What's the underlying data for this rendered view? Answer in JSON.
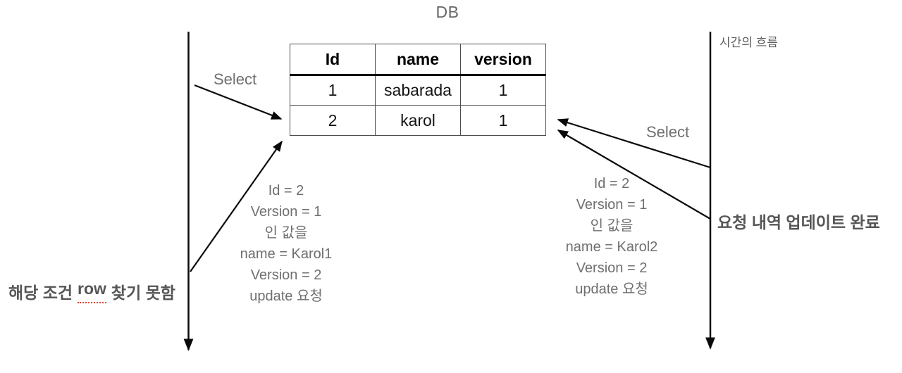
{
  "db_label": "DB",
  "table": {
    "headers": [
      "Id",
      "name",
      "version"
    ],
    "rows": [
      [
        "1",
        "sabarada",
        "1"
      ],
      [
        "2",
        "karol",
        "1"
      ]
    ]
  },
  "left_actor": {
    "select_label": "Select",
    "request_lines": [
      "Id = 2",
      "Version = 1",
      "인 값을",
      "name = Karol1",
      "Version = 2",
      "update 요청"
    ],
    "result_prefix": "해당 조건",
    "result_highlight": "row",
    "result_suffix": "찾기 못함"
  },
  "right_actor": {
    "select_label": "Select",
    "timeline_label": "시간의 흐름",
    "request_lines": [
      "Id = 2",
      "Version = 1",
      "인 값을",
      "name = Karol2",
      "Version = 2",
      "update 요청"
    ],
    "result_text": "요청 내역 업데이트 완료"
  },
  "colors": {
    "arrow_black": "#0a0a0a",
    "gray_text": "#6f6f6f",
    "dark_bold_text": "#565656",
    "spellcheck_red": "#e0442e"
  }
}
